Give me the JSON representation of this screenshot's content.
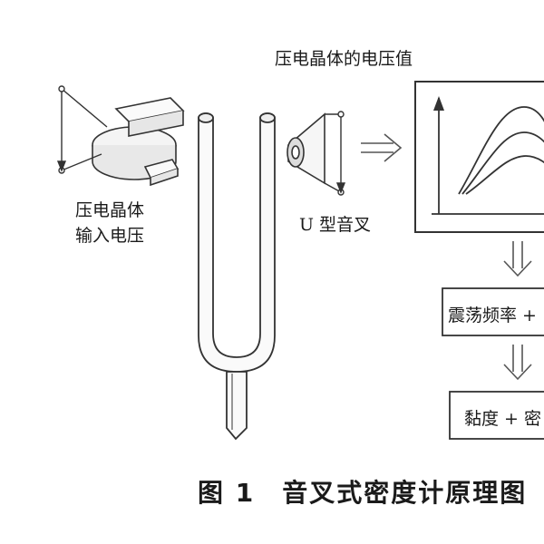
{
  "labels": {
    "crystal_output": "压电晶体的电压值",
    "crystal_input_line1": "压电晶体",
    "crystal_input_line2": "输入电压",
    "fork": "U 型音叉",
    "oscillation": "震荡频率 +",
    "viscosity": "黏度 + 密"
  },
  "caption": {
    "number": "图 1",
    "title": "音叉式密度计原理图"
  },
  "colors": {
    "stroke": "#333333",
    "arrow": "#555555",
    "fill_light": "#f2f2f2"
  }
}
